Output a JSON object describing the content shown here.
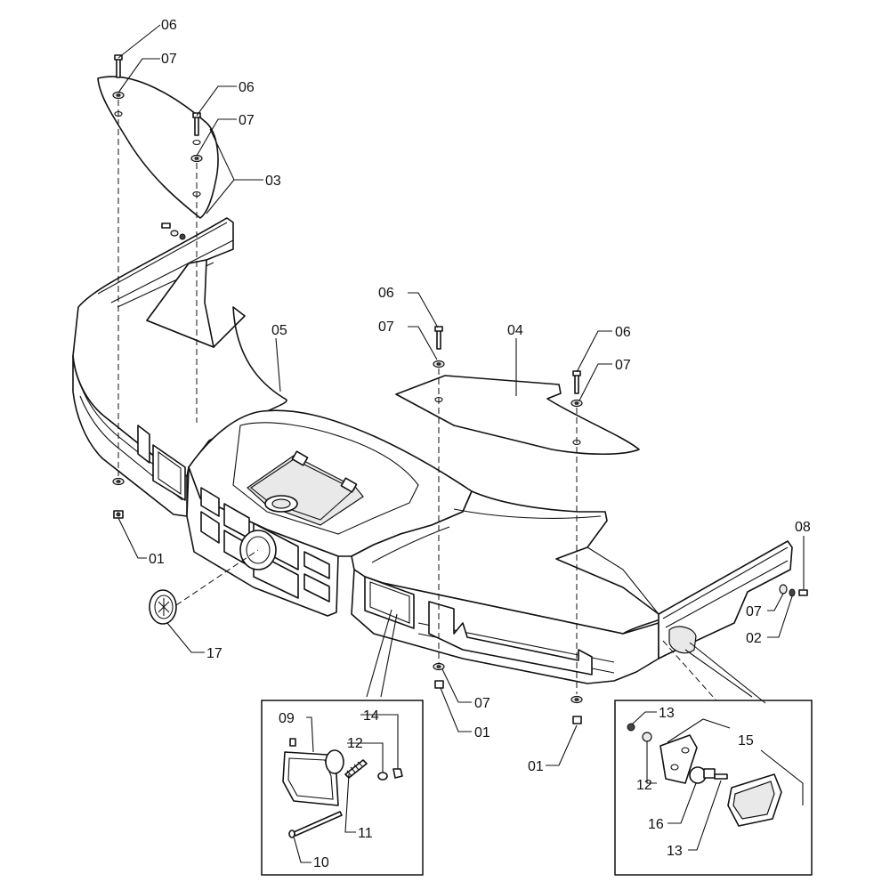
{
  "callouts": [
    {
      "id": "c01a",
      "label": "01"
    },
    {
      "id": "c01b",
      "label": "01"
    },
    {
      "id": "c01c",
      "label": "01"
    },
    {
      "id": "c02",
      "label": "02"
    },
    {
      "id": "c03",
      "label": "03"
    },
    {
      "id": "c04",
      "label": "04"
    },
    {
      "id": "c05",
      "label": "05"
    },
    {
      "id": "c06a",
      "label": "06"
    },
    {
      "id": "c06b",
      "label": "06"
    },
    {
      "id": "c06c",
      "label": "06"
    },
    {
      "id": "c06d",
      "label": "06"
    },
    {
      "id": "c07a",
      "label": "07"
    },
    {
      "id": "c07b",
      "label": "07"
    },
    {
      "id": "c07c",
      "label": "07"
    },
    {
      "id": "c07d",
      "label": "07"
    },
    {
      "id": "c07e",
      "label": "07"
    },
    {
      "id": "c07f",
      "label": "07"
    },
    {
      "id": "c08",
      "label": "08"
    },
    {
      "id": "c09",
      "label": "09"
    },
    {
      "id": "c10",
      "label": "10"
    },
    {
      "id": "c11",
      "label": "11"
    },
    {
      "id": "c12a",
      "label": "12"
    },
    {
      "id": "c12b",
      "label": "12"
    },
    {
      "id": "c13a",
      "label": "13"
    },
    {
      "id": "c13b",
      "label": "13"
    },
    {
      "id": "c14",
      "label": "14"
    },
    {
      "id": "c15",
      "label": "15"
    },
    {
      "id": "c16",
      "label": "16"
    },
    {
      "id": "c17",
      "label": "17"
    }
  ]
}
